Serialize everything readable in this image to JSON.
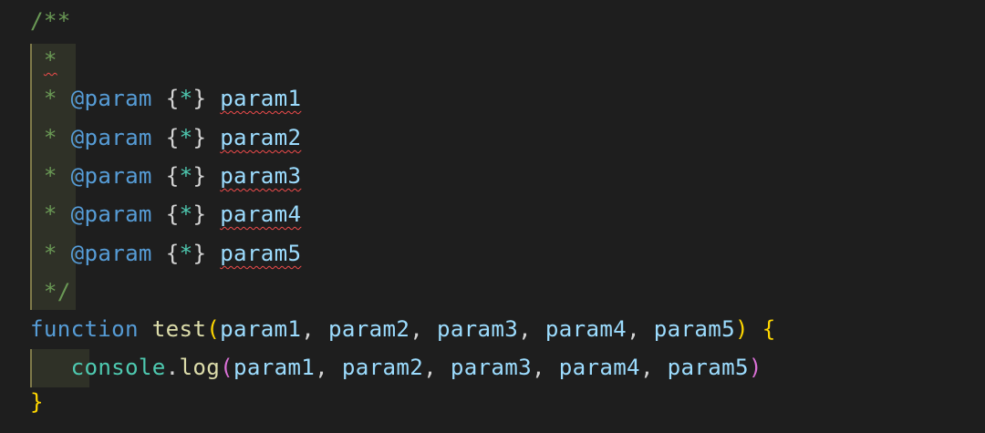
{
  "editor": {
    "language": "JavaScript",
    "doc_open": "/**",
    "doc_star_blank": "*",
    "doc_tag": "@param",
    "doc_type_open": "{",
    "doc_type_star": "*",
    "doc_type_close": "}",
    "doc_params": [
      "param1",
      "param2",
      "param3",
      "param4",
      "param5"
    ],
    "doc_star": "*",
    "doc_close": "*/",
    "function_keyword": "function",
    "function_name": "test",
    "paren_open": "(",
    "paren_close": ")",
    "brace_open": "{",
    "brace_close": "}",
    "comma_space": ", ",
    "call_object": "console",
    "call_dot": ".",
    "call_method": "log",
    "colors": {
      "background": "#1e1e1e",
      "comment": "#6a9955",
      "doc_tag": "#569cd6",
      "parameter": "#9cdcfe",
      "keyword": "#569cd6",
      "function": "#dcdcaa",
      "object": "#4ec9b0",
      "bracket_level1": "#ffd700",
      "bracket_level2": "#da70d6",
      "error_squiggle": "#f14c4c"
    }
  }
}
